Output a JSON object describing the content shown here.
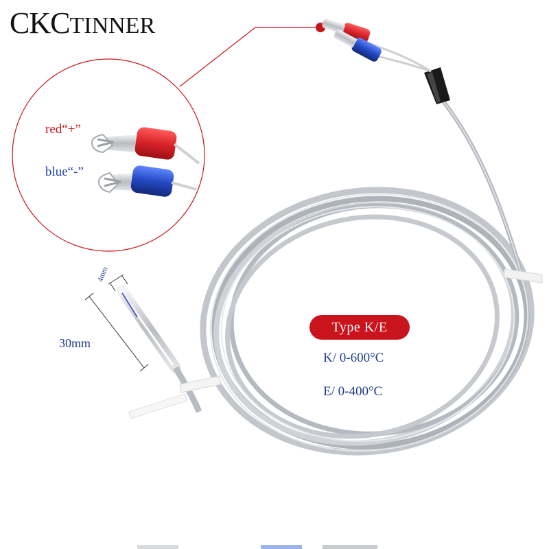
{
  "brand": {
    "prefix": "CKC",
    "suffix": "TINNER"
  },
  "callout": {
    "red_label": "red“+”",
    "blue_label": "blue“-”"
  },
  "probe": {
    "length_label": "30mm",
    "diameter_label": "4mm"
  },
  "spec": {
    "type_badge": "Type K/E",
    "k_range": "K/ 0-600°C",
    "e_range": "E/ 0-400°C"
  },
  "colors": {
    "brand_red": "#c9141d",
    "spec_blue": "#1d3d8f",
    "terminal_red": "#d8232a",
    "terminal_blue": "#2348c2",
    "cable_silver": "#b9bec4"
  }
}
